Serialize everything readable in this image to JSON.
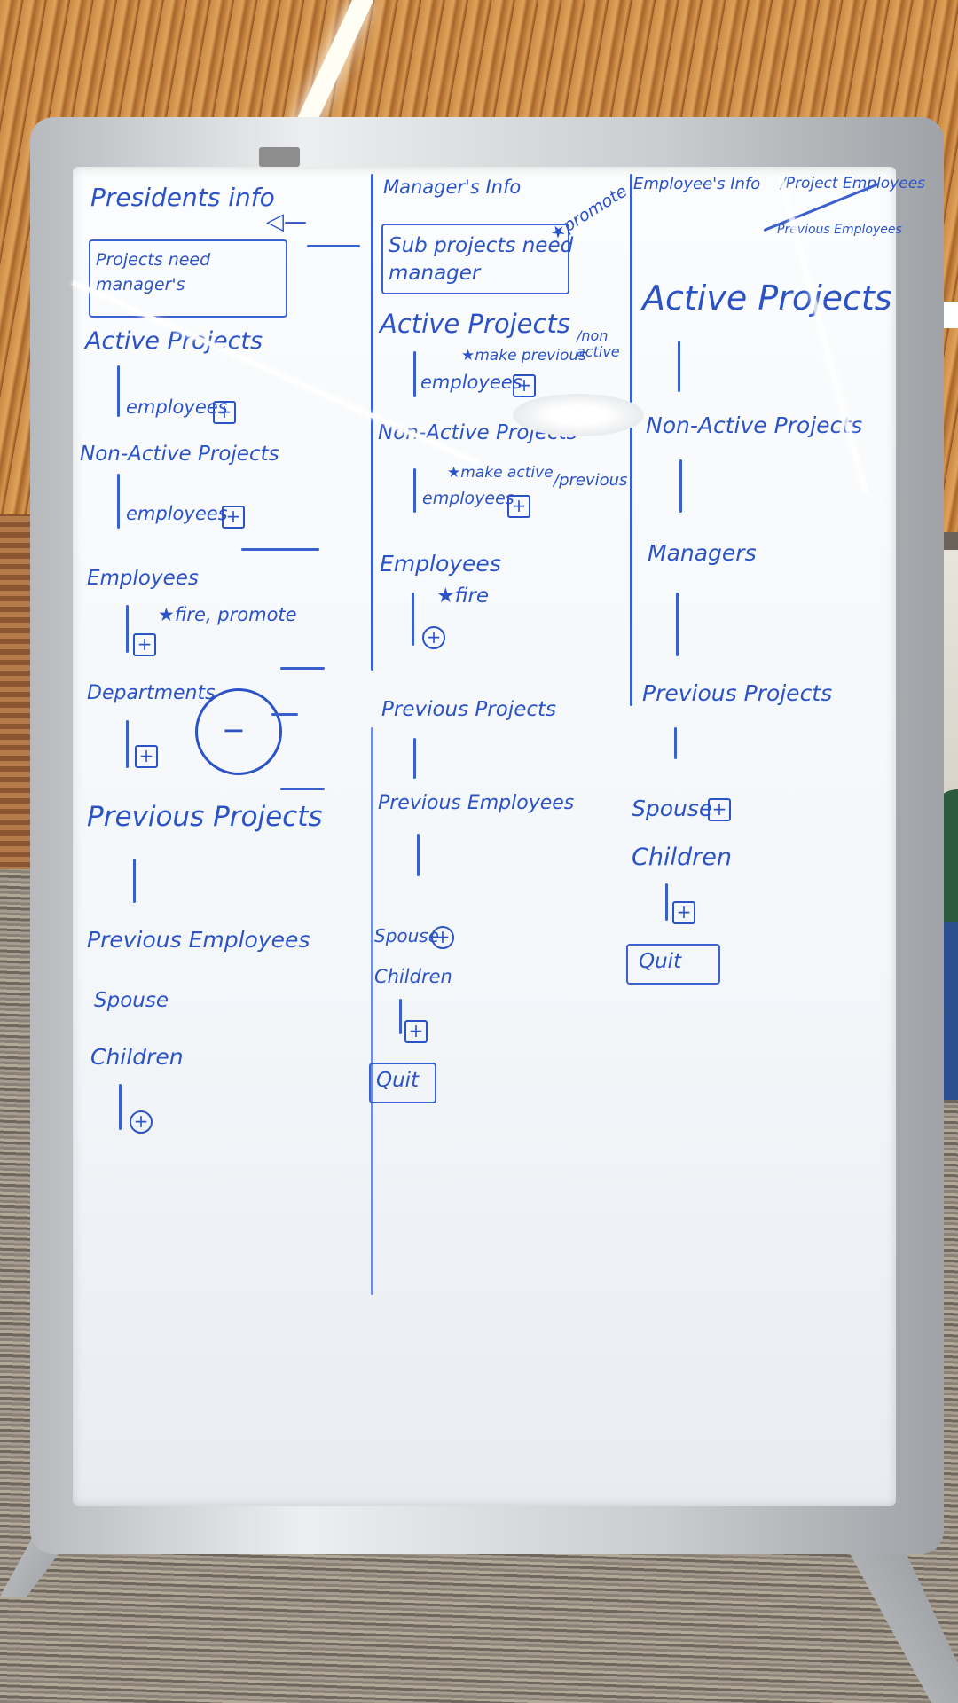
{
  "whiteboard": {
    "president": {
      "title": "Presidents info",
      "box_note": "Projects need\nmanager's",
      "active_projects": "Active Projects",
      "active_employees": "employees",
      "non_active_projects": "Non-Active Projects",
      "non_active_employees": "employees",
      "employees": "Employees",
      "employees_note": "★fire, promote",
      "departments": "Departments",
      "circle_symbol": "−",
      "previous_projects": "Previous Projects",
      "previous_employees": "Previous Employees",
      "spouse": "Spouse",
      "children": "Children"
    },
    "manager": {
      "title": "Manager's Info",
      "box_note": "Sub projects need\nmanager",
      "promote_note": "★promote",
      "active_projects": "Active Projects",
      "active_note": "★make previous",
      "non_active_note": "/non\nactive",
      "active_employees": "employees",
      "non_active_projects": "Non-Active Projects",
      "make_active_note": "★make active",
      "previous_note": "/previous",
      "non_active_employees": "employees",
      "employees": "Employees",
      "employees_note": "★fire",
      "previous_projects": "Previous Projects",
      "previous_employees": "Previous Employees",
      "spouse": "Spouse",
      "children": "Children",
      "quit": "Quit"
    },
    "employee": {
      "title": "Employee's Info",
      "title_note": "/Project Employees",
      "title_note2": "Previous Employees",
      "active_projects": "Active Projects",
      "non_active_projects": "Non-Active Projects",
      "managers": "Managers",
      "previous_projects": "Previous Projects",
      "spouse": "Spouse",
      "children": "Children",
      "quit": "Quit"
    },
    "plus_symbol": "+",
    "ink_color": "#2b53c6"
  }
}
